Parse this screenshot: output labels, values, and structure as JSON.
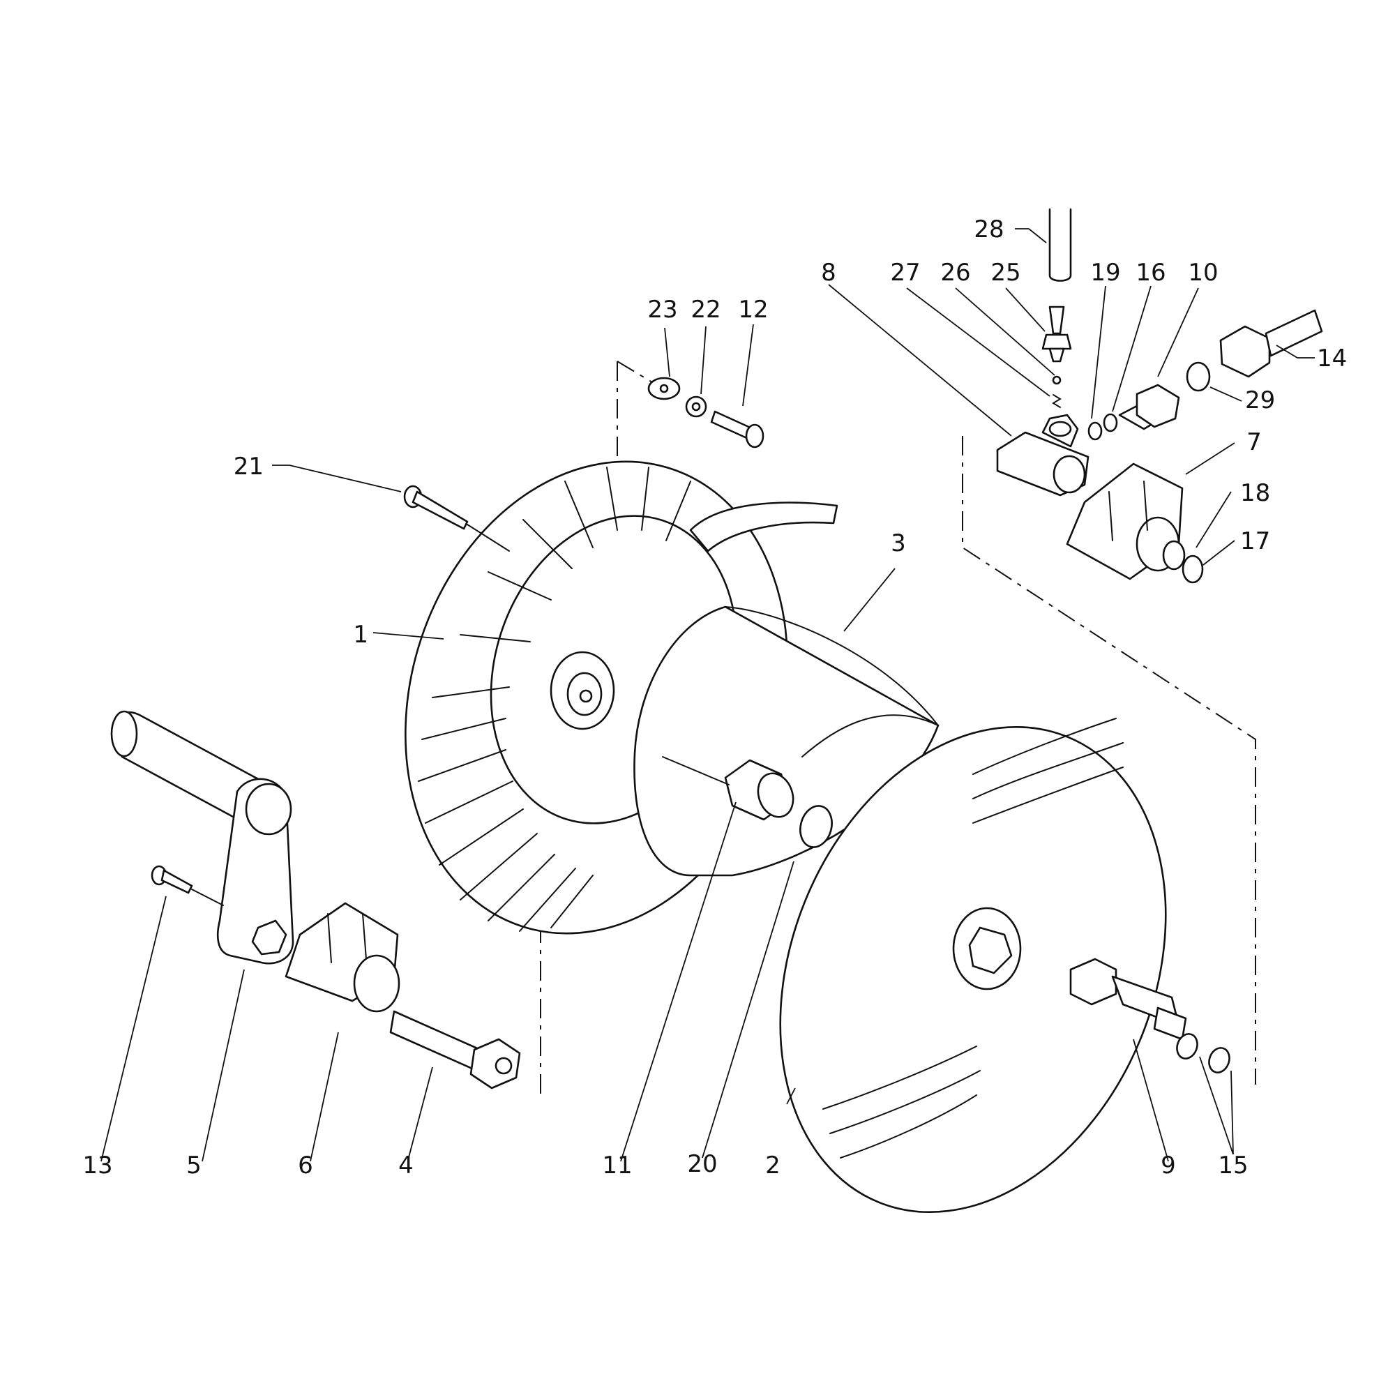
{
  "callouts": [
    {
      "id": "c1",
      "label": "1"
    },
    {
      "id": "c2",
      "label": "2"
    },
    {
      "id": "c3",
      "label": "3"
    },
    {
      "id": "c4",
      "label": "4"
    },
    {
      "id": "c5",
      "label": "5"
    },
    {
      "id": "c6",
      "label": "6"
    },
    {
      "id": "c7",
      "label": "7"
    },
    {
      "id": "c8",
      "label": "8"
    },
    {
      "id": "c9",
      "label": "9"
    },
    {
      "id": "c10",
      "label": "10"
    },
    {
      "id": "c11",
      "label": "11"
    },
    {
      "id": "c12",
      "label": "12"
    },
    {
      "id": "c13",
      "label": "13"
    },
    {
      "id": "c14",
      "label": "14"
    },
    {
      "id": "c15",
      "label": "15"
    },
    {
      "id": "c16",
      "label": "16"
    },
    {
      "id": "c17",
      "label": "17"
    },
    {
      "id": "c18",
      "label": "18"
    },
    {
      "id": "c19",
      "label": "19"
    },
    {
      "id": "c20",
      "label": "20"
    },
    {
      "id": "c21",
      "label": "21"
    },
    {
      "id": "c22",
      "label": "22"
    },
    {
      "id": "c23",
      "label": "23"
    },
    {
      "id": "c25",
      "label": "25"
    },
    {
      "id": "c26",
      "label": "26"
    },
    {
      "id": "c27",
      "label": "27"
    },
    {
      "id": "c28",
      "label": "28"
    },
    {
      "id": "c29",
      "label": "29"
    }
  ]
}
